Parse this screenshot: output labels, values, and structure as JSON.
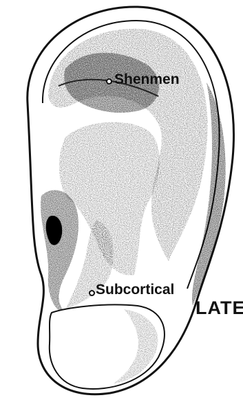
{
  "figure": {
    "subject": "ear-auricle-illustration",
    "points": [
      {
        "id": "shenmen",
        "label": "Shenmen"
      },
      {
        "id": "subcortical",
        "label": "Subcortical"
      }
    ],
    "side_label": "LATE",
    "colors": {
      "ink": "#111111",
      "paper": "#ffffff"
    }
  }
}
